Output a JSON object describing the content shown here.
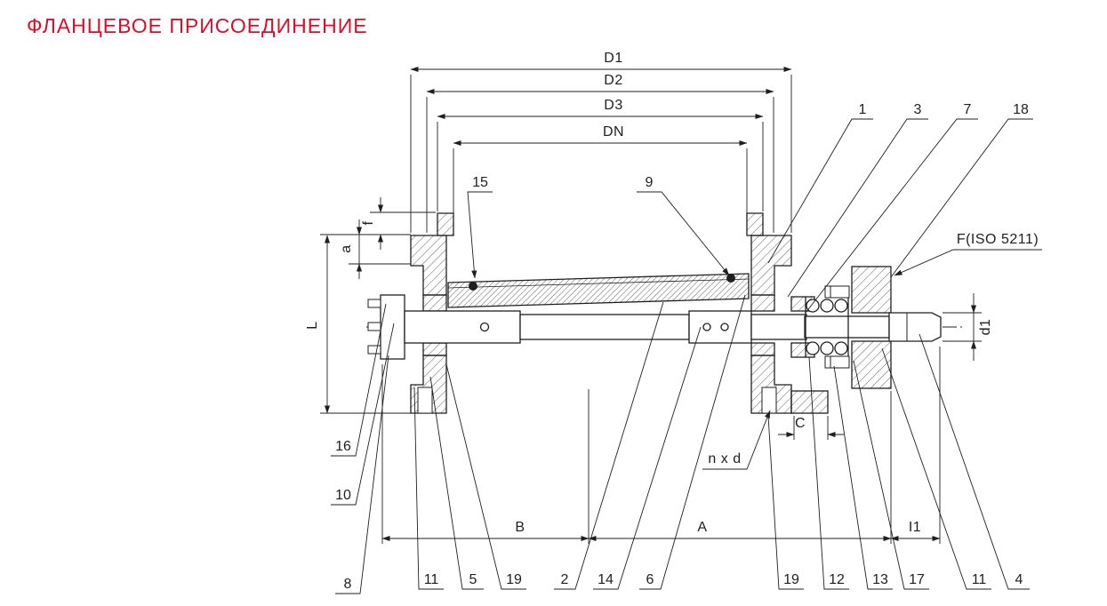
{
  "title": "ФЛАНЦЕВОЕ ПРИСОЕДИНЕНИЕ",
  "colors": {
    "title": "#d60f2b",
    "ink": "#1f1f1f"
  },
  "dims": {
    "D1": "D1",
    "D2": "D2",
    "D3": "D3",
    "DN": "DN",
    "L": "L",
    "a": "a",
    "f": "f",
    "d1": "d1",
    "B": "B",
    "A": "A",
    "I1": "I1",
    "C": "C",
    "nxd": "n x d",
    "iso": "F(ISO 5211)"
  },
  "callouts": {
    "top_right": [
      "1",
      "3",
      "7",
      "18"
    ],
    "upper": [
      "15",
      "9"
    ],
    "left": [
      "16",
      "10",
      "8"
    ],
    "bottom": [
      "11",
      "5",
      "19",
      "2",
      "14",
      "6",
      "19",
      "12",
      "13",
      "17",
      "11",
      "4"
    ]
  }
}
